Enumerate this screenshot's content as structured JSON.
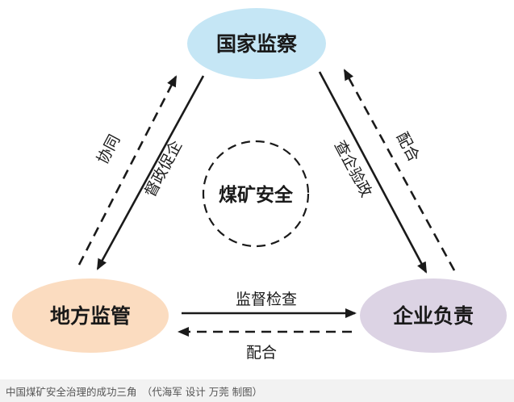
{
  "nodes": {
    "top": {
      "label": "国家监察",
      "color": "#c5e6f5"
    },
    "left": {
      "label": "地方监管",
      "color": "#fbdcc0"
    },
    "right": {
      "label": "企业负责",
      "color": "#dcd3e4"
    },
    "center": {
      "label": "煤矿安全"
    }
  },
  "edges": {
    "left_outer": "协同",
    "left_inner": "督政促企",
    "right_inner": "查企验政",
    "right_outer": "配合",
    "bottom_top": "监督检查",
    "bottom_bottom": "配合"
  },
  "caption": "中国煤矿安全治理的成功三角　（代海军 设计 万莞 制图）"
}
